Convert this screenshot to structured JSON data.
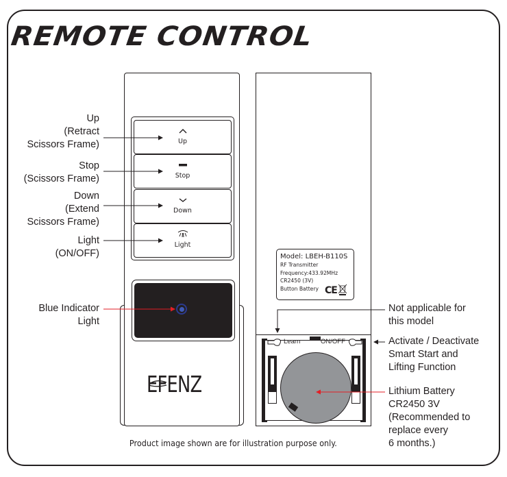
{
  "title": "REMOTE CONTROL",
  "front_remote": {
    "buttons": [
      {
        "label": "Up",
        "icon": "chevron-up-icon",
        "glyph": "︿"
      },
      {
        "label": "Stop",
        "icon": "stop-bar-icon",
        "glyph": ""
      },
      {
        "label": "Down",
        "icon": "chevron-down-icon",
        "glyph": "﹀"
      },
      {
        "label": "Light",
        "icon": "light-rays-icon",
        "glyph": "⁄|⧵"
      }
    ],
    "indicator": "blue-indicator-led",
    "indicator_color": "#3f5bb5",
    "brand_logo": "EFENZ"
  },
  "left_callouts": {
    "up": [
      "Up",
      "(Retract",
      "Scissors Frame)"
    ],
    "stop": [
      "Stop",
      "(Scissors Frame)"
    ],
    "down": [
      "Down",
      "(Extend",
      "Scissors Frame)"
    ],
    "light": [
      "Light",
      "(ON/OFF)"
    ],
    "indicator": [
      "Blue Indicator",
      "Light"
    ]
  },
  "back_remote": {
    "spec_label": {
      "model": "Model: LBEH-B110S",
      "type": "RF Transmitter",
      "frequency": "Frequency:433.92MHz",
      "battery_spec": "CR2450 (3V)",
      "battery_type": "Button Battery",
      "ce_mark": "CE"
    },
    "learn_label": "Learn",
    "onoff_label": "ON/OFF"
  },
  "right_callouts": {
    "not_applicable": [
      "Not applicable for",
      "this model"
    ],
    "activate": [
      "Activate / Deactivate",
      "Smart Start and",
      "Lifting Function"
    ],
    "battery": [
      "Lithium Battery",
      "CR2450 3V",
      "(Recommended to",
      "replace every",
      "6 months.)"
    ]
  },
  "footnote": "Product image shown are for illustration purpose only.",
  "colors": {
    "ink": "#231f20",
    "arrow_red": "#e31e24",
    "battery_gray": "#939598",
    "led_blue": "#3f5bb5"
  }
}
